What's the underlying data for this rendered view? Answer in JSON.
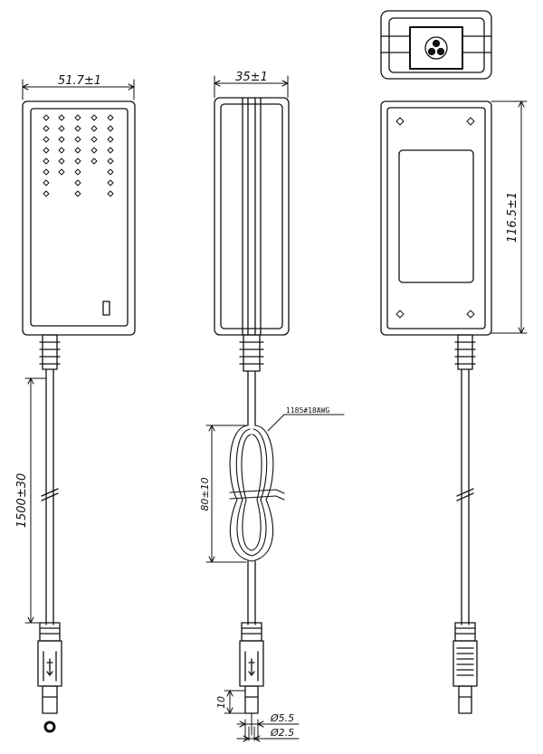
{
  "drawing": {
    "dimensions": {
      "front_width": "51.7±1",
      "side_width": "35±1",
      "back_height": "116.5±1",
      "cord_length": "1500±30",
      "coil_length": "80±10",
      "tip_length": "10",
      "tip_outer_diameter": "Ø5.5",
      "tip_inner_diameter": "Ø2.5"
    },
    "cable_spec": "1185#18AWG"
  }
}
